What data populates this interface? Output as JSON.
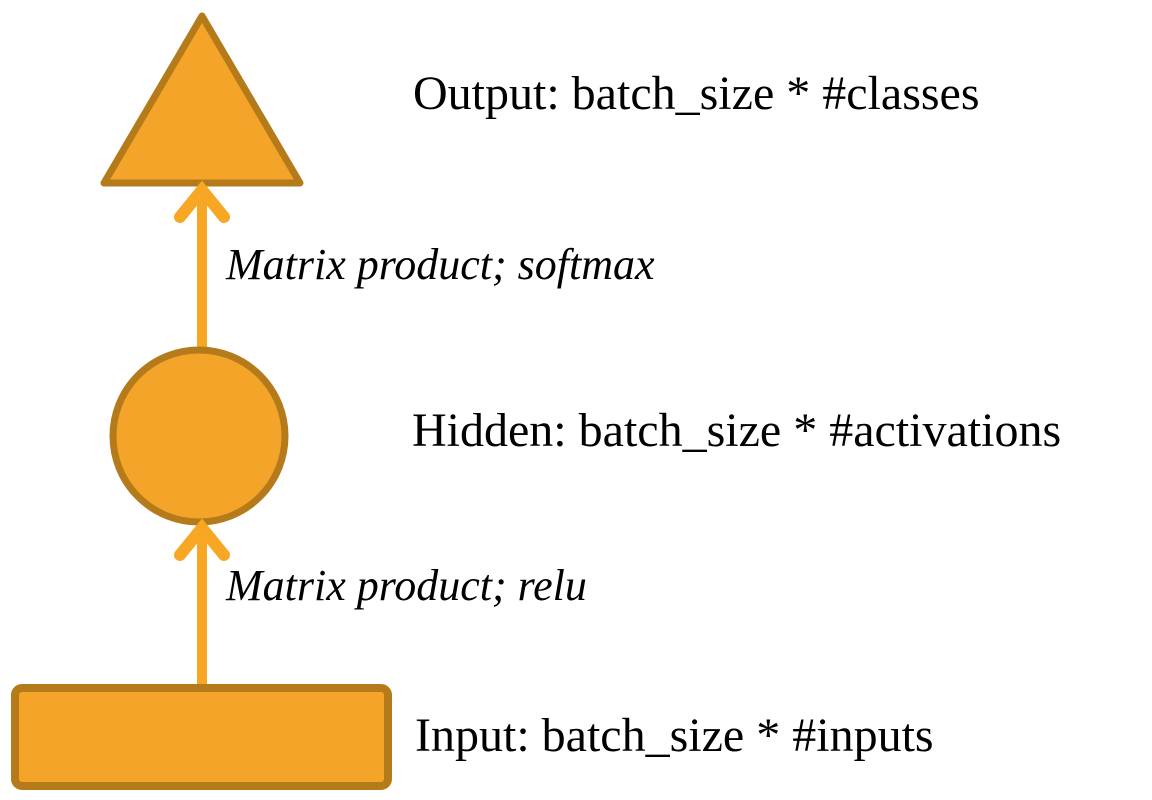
{
  "colors": {
    "node_fill": "#F5A42A",
    "node_stroke": "#B57B1A",
    "arrow": "#F7A724",
    "text": "#000000",
    "background": "#FFFFFF"
  },
  "nodes": [
    {
      "id": "output",
      "shape": "triangle",
      "label": "Output: batch_size * #classes"
    },
    {
      "id": "hidden",
      "shape": "circle",
      "label": "Hidden: batch_size * #activations"
    },
    {
      "id": "input",
      "shape": "rectangle",
      "label": "Input: batch_size * #inputs"
    }
  ],
  "edges": [
    {
      "from": "hidden",
      "to": "output",
      "label": "Matrix product; softmax"
    },
    {
      "from": "input",
      "to": "hidden",
      "label": "Matrix product; relu"
    }
  ]
}
